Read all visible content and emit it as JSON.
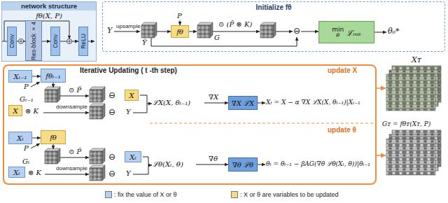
{
  "diagram": {
    "nodes": [
      {
        "text": [
          "network structure",
          "fθ(X, P)"
        ]
      },
      {
        "text": [
          "Conv"
        ],
        "in": 0
      },
      {
        "text": [
          "Res-block ×4"
        ],
        "in": 0
      },
      {
        "text": [
          "Conv"
        ],
        "in": 0
      },
      {
        "text": [
          "ReLU"
        ],
        "in": 0
      },
      {
        "text": [
          "Initialize fθ"
        ]
      },
      {
        "text": [
          "fθ"
        ],
        "in": 5
      },
      {
        "text": [
          "min",
          "θ",
          "ℒᵢₙᵢₜ"
        ],
        "in": 5
      },
      {
        "text": [
          "Iterative Updating ( t -th step)"
        ]
      },
      {
        "text": [
          "Xₜ₋₁"
        ],
        "in": 8
      },
      {
        "text": [
          "fθₜ₋₁"
        ],
        "in": 8
      },
      {
        "text": [
          "X"
        ],
        "in": 8
      },
      {
        "text": [
          "X"
        ],
        "in": 8
      },
      {
        "text": [
          "∇X ℒX"
        ],
        "in": 8
      },
      {
        "text": [
          "Xₜ"
        ],
        "in": 8
      },
      {
        "text": [
          "fθ"
        ],
        "in": 8
      },
      {
        "text": [
          "Xₜ"
        ],
        "in": 8
      },
      {
        "text": [
          "Xₜ"
        ],
        "in": 8
      },
      {
        "text": [
          "∇θ ℒθ"
        ],
        "in": 8
      }
    ],
    "edges": [
      {
        "from": 1,
        "to": 2,
        "arrow": "to"
      },
      {
        "from": 2,
        "to": 3,
        "arrow": "to"
      },
      {
        "from": 3,
        "to": 4,
        "arrow": "to"
      },
      {
        "from": 9,
        "to": 10,
        "arrow": "to"
      },
      {
        "from": 14,
        "to": 15,
        "arrow": "to"
      }
    ],
    "labels": [
      "Y",
      "upsample",
      "P",
      "Ŷ",
      "G",
      "⊙ (P̂ ⊗ K)",
      "⊖",
      "θ₀*",
      "update X",
      "P",
      "Gₜ₋₁",
      "⊙ P̂",
      "⊖",
      "⊗ K",
      "downsample",
      "⊖",
      "Y",
      "ℒX(X, θₜ₋₁)",
      "∇X",
      "Xₜ = X − α ∇X ℒX(X, θₜ₋₁)|Xₜ₋₁",
      "update θ",
      "P",
      "Gₜ",
      "⊙ P̂",
      "⊖",
      "⊗ K",
      "downsample",
      "⊖",
      "Y",
      "ℒθ(Xₜ, θ)",
      "∇θ",
      "θₜ = θₜ₋₁ − βAG(∇θ ℒθ(Xₜ, θ))|θₜ₋₁",
      "Xᴛ",
      "Gᴛ = fθᴛ(Xᴛ, P)"
    ],
    "legend": [
      {
        "text": ": fix the value of X or θ",
        "color": "#b5d0f0"
      },
      {
        "text": ": X or θ are variables to be updated",
        "color": "#f6dc86"
      }
    ]
  }
}
